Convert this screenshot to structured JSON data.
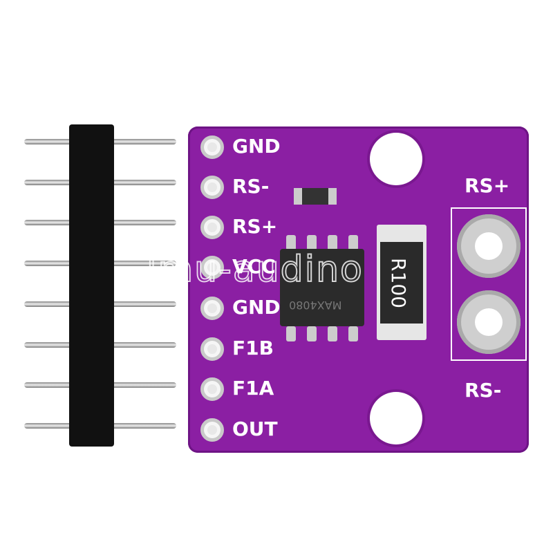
{
  "board": {
    "left_pins": [
      "GND",
      "RS-",
      "RS+",
      "VCC",
      "GND",
      "F1B",
      "F1A",
      "OUT"
    ],
    "terminal_labels": {
      "top": "RS+",
      "bottom": "RS-"
    },
    "chip_marking": "MAX4080",
    "resistor_marking": "R100",
    "color": "#8b1fa3"
  },
  "watermark": "lmu-audino"
}
